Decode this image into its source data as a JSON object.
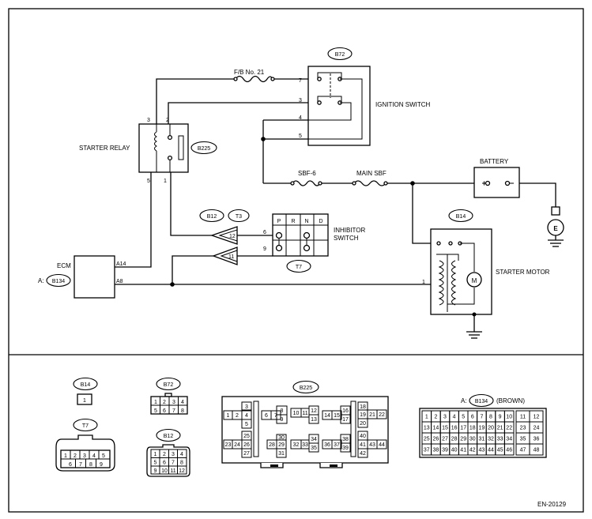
{
  "diagram": {
    "fuse_fb21": "F/B No. 21",
    "fuse_sbf6": "SBF-6",
    "fuse_main": "MAIN SBF",
    "ignition_switch": {
      "tag": "B72",
      "label": "IGNITION SWITCH",
      "pins": [
        "7",
        "3",
        "4",
        "5"
      ]
    },
    "starter_relay": {
      "tag": "B225",
      "label": "STARTER RELAY",
      "pins": [
        "3",
        "2",
        "5",
        "1"
      ]
    },
    "battery": {
      "label": "BATTERY"
    },
    "inhibitor_switch": {
      "tag": "T7",
      "label_1": "INHIBITOR",
      "label_2": "SWITCH",
      "positions": [
        "P",
        "R",
        "N",
        "D"
      ],
      "pins": [
        "6",
        "9"
      ]
    },
    "connector_tags": {
      "b12": "B12",
      "t3": "T3",
      "pin_12": "12",
      "pin_11": "11"
    },
    "starter_motor": {
      "tag": "B14",
      "label": "STARTER MOTOR",
      "symbol": "M",
      "pin": "1"
    },
    "ecm": {
      "label": "ECM",
      "prefix": "A:",
      "tag": "B134",
      "pins": [
        "A14",
        "A8"
      ]
    },
    "ground_symbol": "E"
  },
  "connectors": {
    "b14": {
      "tag": "B14",
      "pins": [
        "1"
      ]
    },
    "t7": {
      "tag": "T7",
      "row1": [
        "1",
        "2",
        "3",
        "4",
        "5"
      ],
      "row2": [
        "6",
        "7",
        "8",
        "9"
      ]
    },
    "b72": {
      "tag": "B72",
      "row1": [
        "1",
        "2",
        "3",
        "4"
      ],
      "row2": [
        "5",
        "6",
        "7",
        "8"
      ]
    },
    "b12": {
      "tag": "B12",
      "row1": [
        "1",
        "2",
        "3",
        "4"
      ],
      "row2": [
        "5",
        "6",
        "7",
        "8"
      ],
      "row3": [
        "9",
        "10",
        "11",
        "12"
      ]
    },
    "b225": {
      "tag": "B225",
      "g1": [
        "3",
        "1",
        "2",
        "4",
        "5"
      ],
      "g2": [
        "6",
        "7",
        "8",
        "9"
      ],
      "g3": [
        "10",
        "11",
        "12",
        "13"
      ],
      "g4": [
        "14",
        "15",
        "16",
        "17"
      ],
      "g5": [
        "18",
        "19",
        "21",
        "22",
        "20"
      ],
      "g6": [
        "25",
        "23",
        "24",
        "26",
        "27"
      ],
      "g7": [
        "28",
        "29",
        "30",
        "31"
      ],
      "g8": [
        "32",
        "33",
        "34",
        "35"
      ],
      "g9": [
        "36",
        "37",
        "38",
        "39"
      ],
      "g10": [
        "40",
        "41",
        "43",
        "44",
        "42"
      ]
    },
    "b134": {
      "prefix": "A:",
      "tag": "B134",
      "color": "(BROWN)",
      "main_rows": [
        [
          "1",
          "2",
          "3",
          "4",
          "5",
          "6",
          "7",
          "8",
          "9",
          "10"
        ],
        [
          "13",
          "14",
          "15",
          "16",
          "17",
          "18",
          "19",
          "20",
          "21",
          "22"
        ],
        [
          "25",
          "26",
          "27",
          "28",
          "29",
          "30",
          "31",
          "32",
          "33",
          "34"
        ],
        [
          "37",
          "38",
          "39",
          "40",
          "41",
          "42",
          "43",
          "44",
          "45",
          "46"
        ]
      ],
      "side_rows": [
        [
          "11",
          "12"
        ],
        [
          "23",
          "24"
        ],
        [
          "35",
          "36"
        ],
        [
          "47",
          "48"
        ]
      ]
    }
  },
  "code": "EN-20129"
}
